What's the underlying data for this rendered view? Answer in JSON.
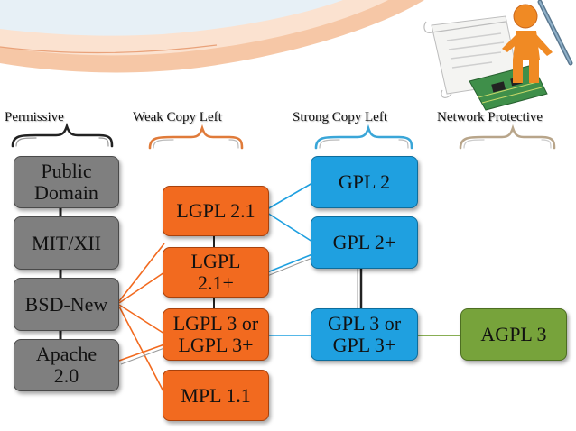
{
  "colors": {
    "permissive": "#7f7f7f",
    "weak": "#f26a1f",
    "strong": "#1fa0e0",
    "network": "#77a33b",
    "brace_permissive": "#222222",
    "brace_weak": "#e07b3a",
    "brace_strong": "#3aa6d8",
    "brace_network": "#b8a58a"
  },
  "headers": {
    "permissive": "Permissive",
    "weak": "Weak Copy Left",
    "strong": "Strong Copy Left",
    "network": "Network Protective"
  },
  "boxes": {
    "public_domain": "Public\nDomain",
    "mit": "MIT/XII",
    "bsd": "BSD-New",
    "apache": "Apache\n2.0",
    "lgpl21": "LGPL 2.1",
    "lgpl21plus": "LGPL\n2.1+",
    "lgpl3": "LGPL 3 or\nLGPL 3+",
    "mpl": "MPL 1.1",
    "gpl2": "GPL 2",
    "gpl2plus": "GPL 2+",
    "gpl3": "GPL 3 or\nGPL 3+",
    "agpl3": "AGPL 3"
  }
}
